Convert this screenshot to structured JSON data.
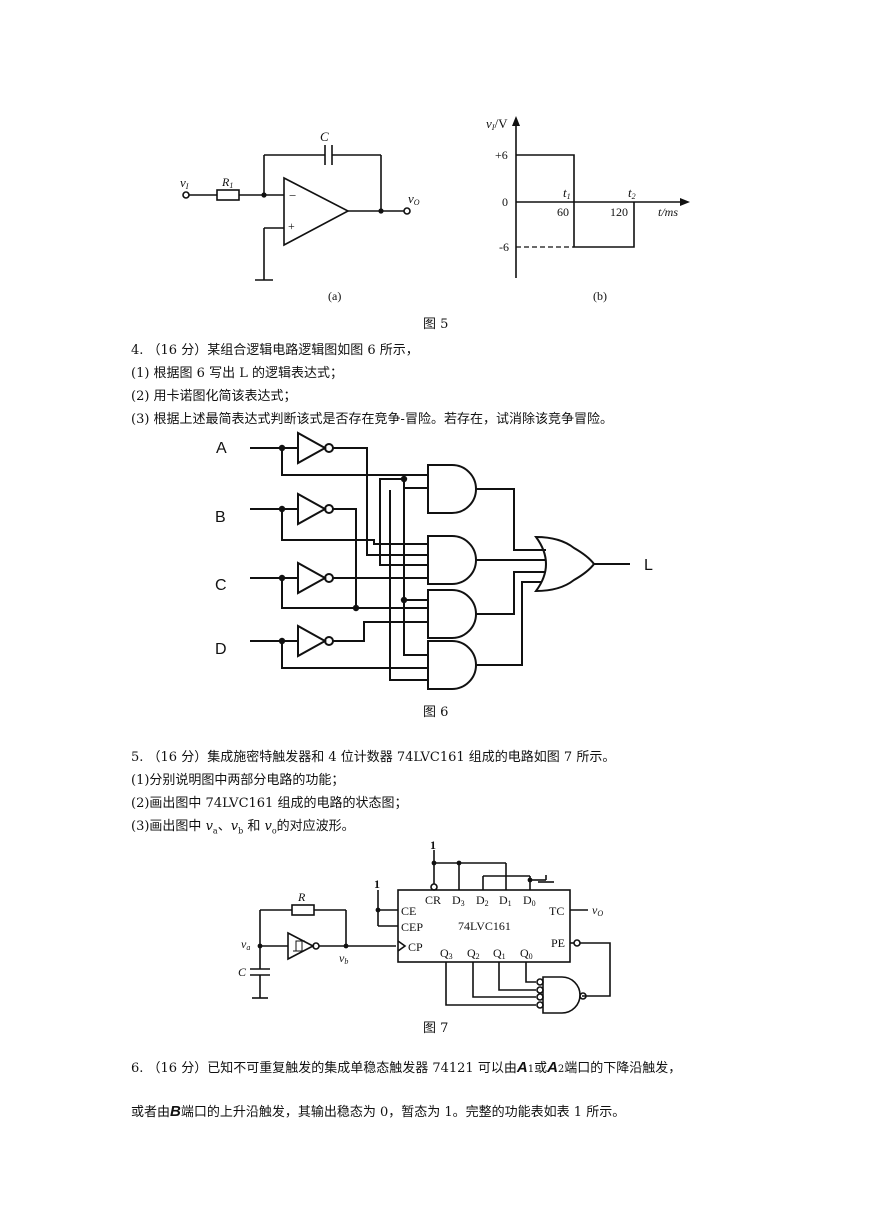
{
  "fig5": {
    "caption": "图 5",
    "a_label": "(a)",
    "b_label": "(b)",
    "C": "C",
    "R1": "R",
    "R1_sub": "1",
    "vI": "v",
    "vI_sub": "I",
    "vO": "v",
    "vO_sub": "O",
    "minus": "−",
    "plus": "+",
    "axis_y": "v",
    "axis_y_sub": "I",
    "axis_y_unit": "/V",
    "axis_x": "t/ms",
    "ytick_top": "+6",
    "ytick_zero": "0",
    "ytick_bottom": "-6",
    "t1": "t",
    "t1_sub": "1",
    "t2": "t",
    "t2_sub": "2",
    "x60": "60",
    "x120": "120"
  },
  "q4": {
    "heading": "4. （16 分）某组合逻辑电路逻辑图如图 6 所示，",
    "item1": "(1) 根据图 6 写出 L 的逻辑表达式；",
    "item2": "(2) 用卡诺图化简该表达式；",
    "item3": "(3) 根据上述最简表达式判断该式是否存在竞争-冒险。若存在，试消除该竞争冒险。"
  },
  "fig6": {
    "caption": "图 6",
    "inA": "A",
    "inB": "B",
    "inC": "C",
    "inD": "D",
    "out": "L"
  },
  "q5": {
    "heading": "5. （16 分）集成施密特触发器和 4 位计数器 74LVC161 组成的电路如图 7 所示。",
    "item1": "(1)分别说明图中两部分电路的功能；",
    "item2": "(2)画出图中 74LVC161 组成的电路的状态图；",
    "item3_pre": "(3)画出图中 ",
    "va": "v",
    "va_sub": "a",
    "sep": "、",
    "vb": "v",
    "vb_sub": "b",
    "and": " 和 ",
    "vo": "v",
    "vo_sub": "o",
    "item3_post": "的对应波形。"
  },
  "fig7": {
    "caption": "图 7",
    "one_top": "1",
    "one_left": "1",
    "R": "R",
    "C": "C",
    "va": "v",
    "va_sub": "a",
    "vb": "v",
    "vb_sub": "b",
    "chip": "74LVC161",
    "CE": "CE",
    "CEP": "CEP",
    "CP": "CP",
    "CR": "CR",
    "D3": "D",
    "D3_sub": "3",
    "D2": "D",
    "D2_sub": "2",
    "D1": "D",
    "D1_sub": "1",
    "D0": "D",
    "D0_sub": "0",
    "TC": "TC",
    "PE": "PE",
    "Q3": "Q",
    "Q3_sub": "3",
    "Q2": "Q",
    "Q2_sub": "2",
    "Q1": "Q",
    "Q1_sub": "1",
    "Q0": "Q",
    "Q0_sub": "0",
    "vo": "v",
    "vo_sub": "O"
  },
  "q6": {
    "line1_pre": "6. （16 分）已知不可重复触发的集成单稳态触发器 74121 可以由",
    "A1": "A",
    "A1_sub": "1",
    "or": "或",
    "A2": "A",
    "A2_sub": "2",
    "line1_post": "端口的下降沿触发，",
    "line2_pre": "或者由",
    "B": "B",
    "line2_post": "端口的上升沿触发，其输出稳态为 0，暂态为 1。完整的功能表如表 1 所示。"
  }
}
